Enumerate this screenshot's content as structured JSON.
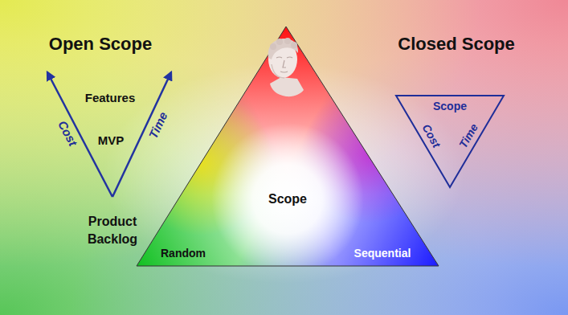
{
  "diagram": {
    "nodes": [
      {
        "text": [
          "Scope",
          "Random",
          "Sequential"
        ]
      },
      {
        "text": [
          "Scope",
          "Cost",
          "Time"
        ]
      }
    ],
    "labels": [
      "Open Scope",
      "Features",
      "Cost",
      "MVP",
      "Time",
      "Product Backlog",
      "Closed Scope"
    ]
  }
}
